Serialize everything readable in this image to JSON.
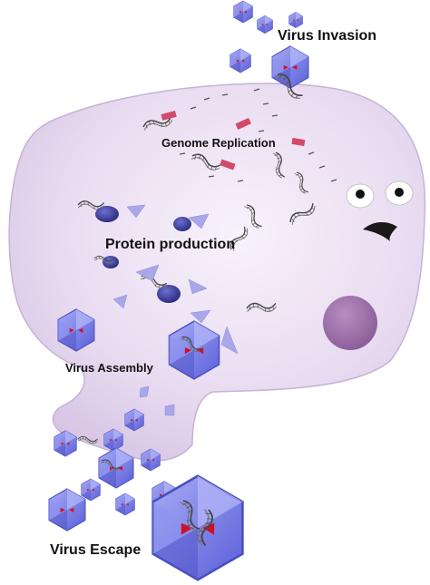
{
  "labels": {
    "virus_invasion": "Virus Invasion",
    "genome_replication": "Genome Replication",
    "protein_production": "Protein production",
    "virus_assembly": "Virus Assembly",
    "virus_escape": "Virus Escape"
  },
  "colors": {
    "cell_fill": "#e6d7ee",
    "cell_stroke": "#b89fc8",
    "virus_fill": "#7b7ee8",
    "virus_stroke": "#4a4fc0",
    "ribosome": "#3a3c9a",
    "protein_shard": "#a9a6ea",
    "nucleus": "#9a6ca6",
    "virus_eye": "#d01028",
    "rna_segment": "#d24a6a"
  },
  "icons": {
    "virus": "virus-icon",
    "dna": "dna-strand-icon",
    "ribosome": "ribosome-icon",
    "nucleus": "nucleus-icon",
    "cell_face": "cell-face-icon"
  }
}
